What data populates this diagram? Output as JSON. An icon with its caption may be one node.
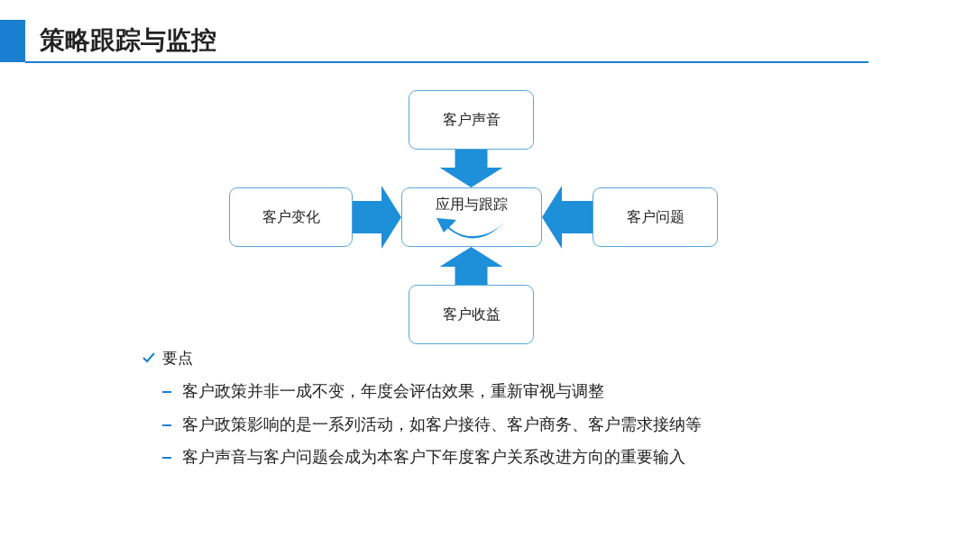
{
  "diagram": {
    "title": "策略跟踪与监控",
    "nodes": [
      {
        "text": [
          "客户声音"
        ]
      },
      {
        "text": [
          "客户变化"
        ]
      },
      {
        "text": [
          "应用与跟踪"
        ]
      },
      {
        "text": [
          "客户问题"
        ]
      },
      {
        "text": [
          "客户收益"
        ]
      }
    ],
    "edges": [
      {
        "from": 0,
        "to": 2,
        "arrow": "to"
      },
      {
        "from": 1,
        "to": 2,
        "arrow": "to"
      },
      {
        "from": 3,
        "to": 2,
        "arrow": "to"
      },
      {
        "from": 4,
        "to": 2,
        "arrow": "to"
      }
    ],
    "labels": [
      "要点",
      "客户政策并非一成不变，年度会评估效果，重新审视与调整",
      "客户政策影响的是一系列活动，如客户接待、客户商务、客户需求接纳等",
      "客户声音与客户问题会成为本客户下年度客户关系改进方向的重要输入"
    ]
  }
}
